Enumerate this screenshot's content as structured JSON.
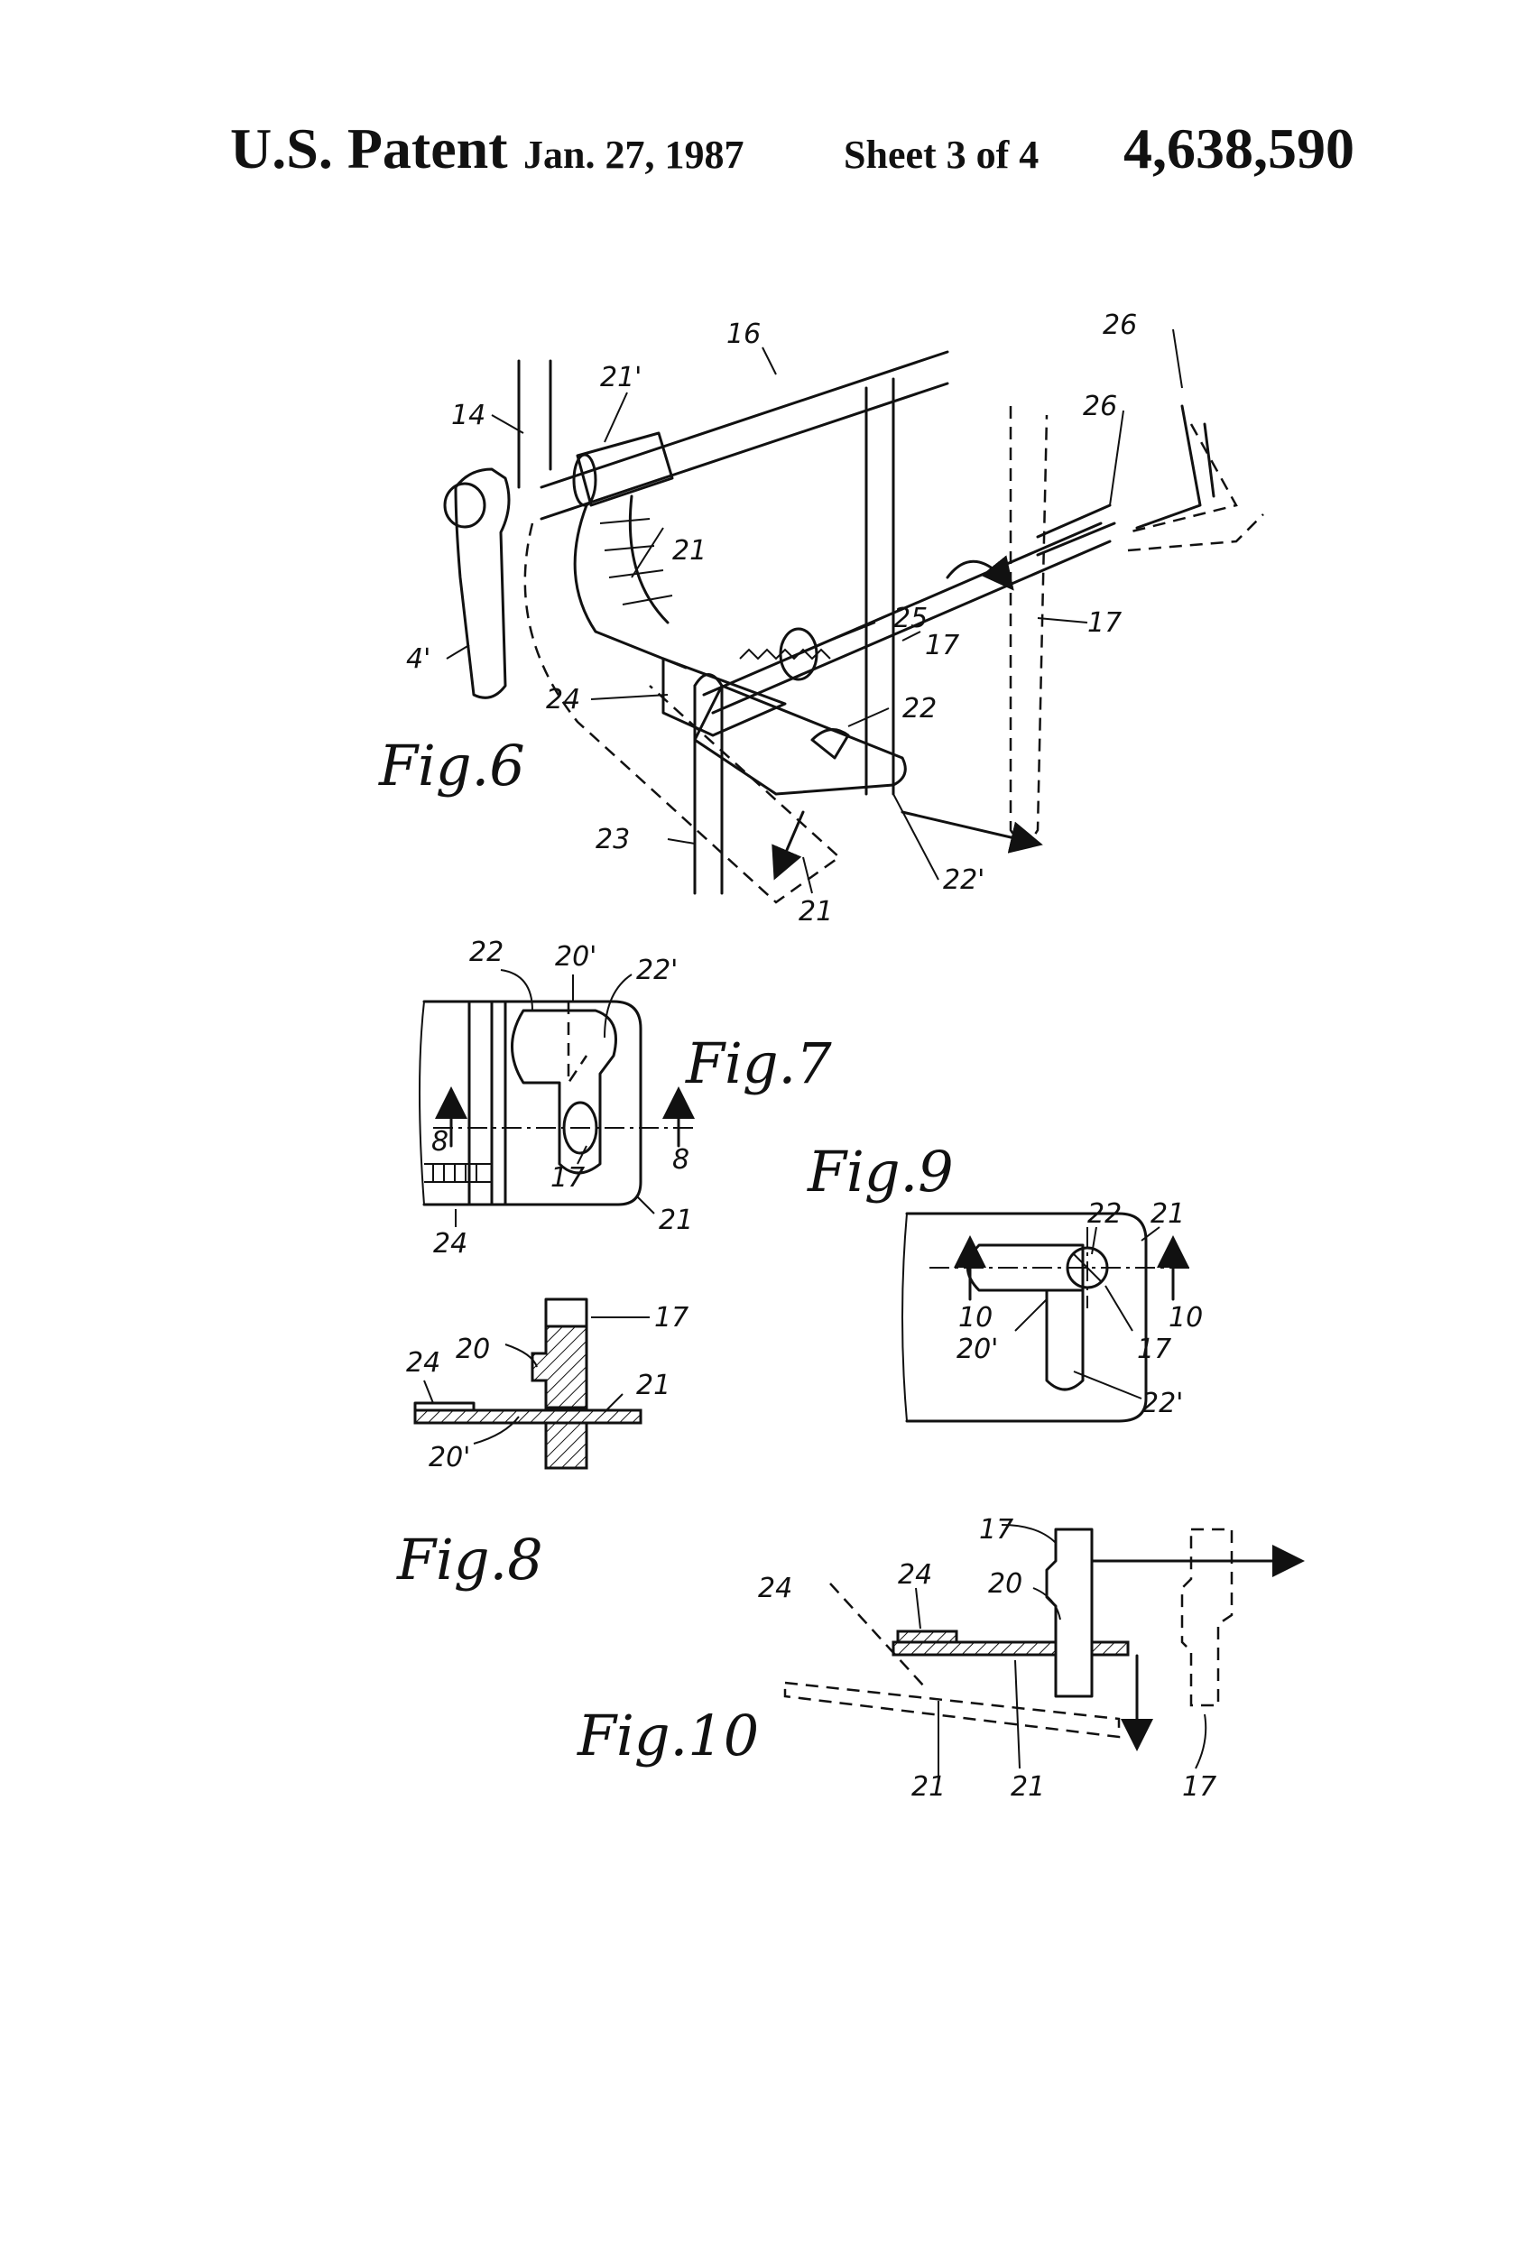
{
  "header": {
    "title": "U.S. Patent",
    "date": "Jan. 27, 1987",
    "sheet": "Sheet 3 of 4",
    "patent_number": "4,638,590"
  },
  "figures": {
    "fig6": {
      "caption": "Fig.6",
      "labels": [
        "14",
        "21'",
        "16",
        "26",
        "26",
        "4'",
        "21",
        "25",
        "17",
        "17",
        "24",
        "22",
        "23",
        "22'",
        "21"
      ]
    },
    "fig7": {
      "caption": "Fig.7",
      "labels": [
        "22",
        "20'",
        "22'",
        "8",
        "8",
        "17",
        "24",
        "21"
      ]
    },
    "fig8": {
      "caption": "Fig.8",
      "labels": [
        "24",
        "20",
        "17",
        "21",
        "20'"
      ]
    },
    "fig9": {
      "caption": "Fig.9",
      "labels": [
        "22",
        "21",
        "10",
        "10",
        "20'",
        "17",
        "22'"
      ]
    },
    "fig10": {
      "caption": "Fig.10",
      "labels": [
        "17",
        "24",
        "20",
        "24",
        "21",
        "21",
        "17"
      ]
    }
  }
}
